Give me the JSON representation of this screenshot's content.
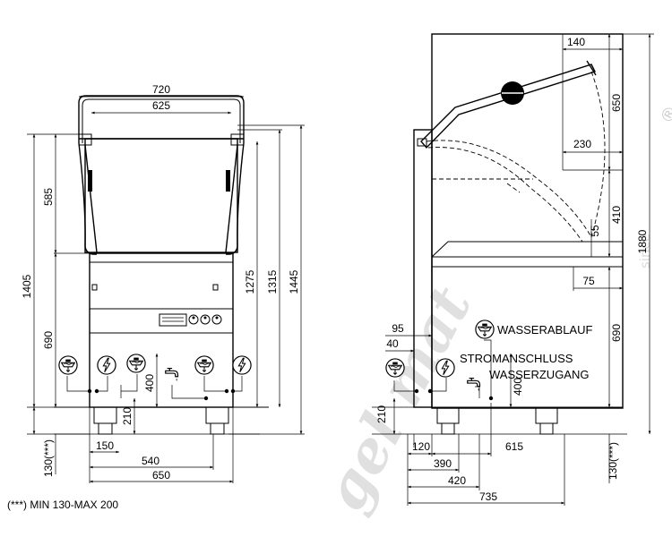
{
  "front_view": {
    "dim_720": "720",
    "dim_625": "625",
    "dim_1405": "1405",
    "dim_585": "585",
    "dim_690": "690",
    "dim_1275": "1275",
    "dim_1315": "1315",
    "dim_1445": "1445",
    "dim_400": "400",
    "dim_210": "210",
    "dim_150": "150",
    "dim_540": "540",
    "dim_650": "650",
    "dim_130": "130(***)"
  },
  "side_view": {
    "dim_140": "140",
    "dim_650": "650",
    "dim_230": "230",
    "dim_410": "410",
    "dim_55": "55",
    "dim_75": "75",
    "dim_1880": "1880",
    "dim_690": "690",
    "dim_95": "95",
    "dim_40": "40",
    "dim_400": "400",
    "dim_210": "210",
    "dim_120": "120",
    "dim_615": "615",
    "dim_390": "390",
    "dim_420": "420",
    "dim_735": "735",
    "dim_130": "130(***)",
    "label_drain": "WASSERABLAUF",
    "label_power": "STROMANSCHLUSS",
    "label_water": "WASSERZUGANG"
  },
  "footnote": "(***) MIN 130-MAX 200",
  "watermark": {
    "brand": "gel mat",
    "since": "since",
    "registered": "®"
  },
  "icons": {
    "drain": "drain-icon",
    "power": "lightning-icon",
    "water_tap": "water-tap-icon"
  }
}
